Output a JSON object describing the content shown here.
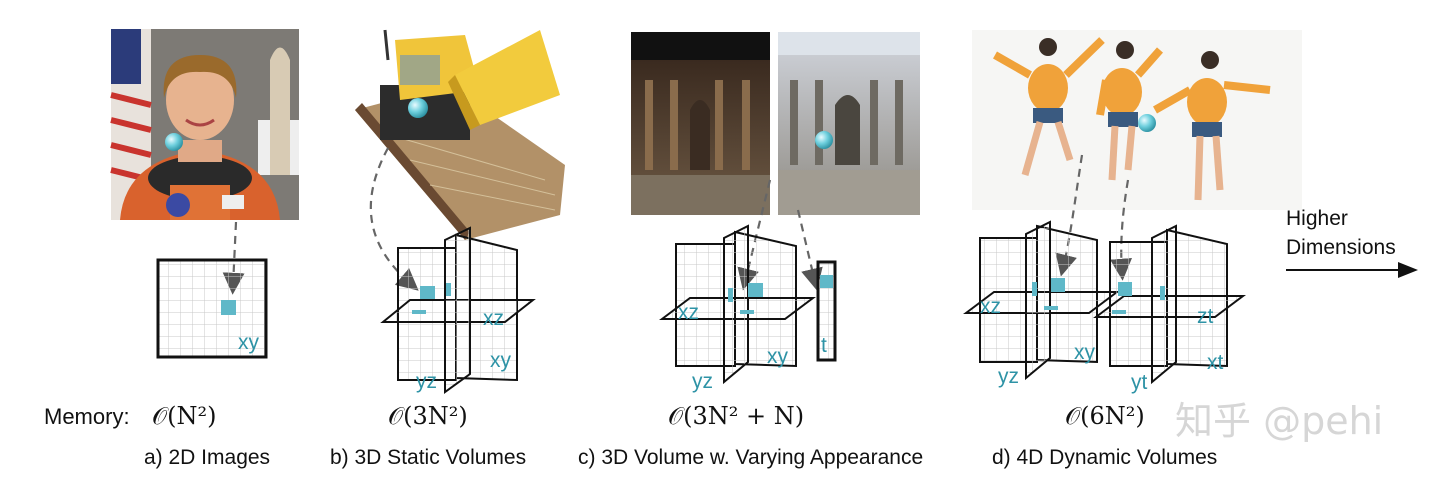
{
  "memory_label": "Memory:",
  "higher": {
    "line1": "Higher",
    "line2": "Dimensions"
  },
  "watermark": "知乎 @pehi",
  "panels": [
    {
      "complexity": "𝒪(N²)",
      "caption": "a) 2D Images",
      "planes": [
        "xy"
      ]
    },
    {
      "complexity": "𝒪(3N²)",
      "caption": "b) 3D Static Volumes",
      "planes": [
        "xz",
        "xy",
        "yz"
      ]
    },
    {
      "complexity": "𝒪(3N² + N)",
      "caption": "c) 3D Volume w. Varying Appearance",
      "planes": [
        "xz",
        "xy",
        "yz",
        "t"
      ]
    },
    {
      "complexity": "𝒪(6N²)",
      "caption": "d) 4D Dynamic Volumes",
      "planes": [
        "xz",
        "xy",
        "yz",
        "zt",
        "xt",
        "yt"
      ]
    }
  ],
  "colors": {
    "accent": "#2e93a6",
    "highlight": "#5fb8c8",
    "grid": "#c8c8c8",
    "frame": "#111111"
  },
  "icons": [
    "astronaut-photo",
    "lego-bulldozer-render",
    "trevi-fountain-night-photo",
    "trevi-fountain-day-photo",
    "dancing-person-render",
    "right-arrow-icon"
  ]
}
